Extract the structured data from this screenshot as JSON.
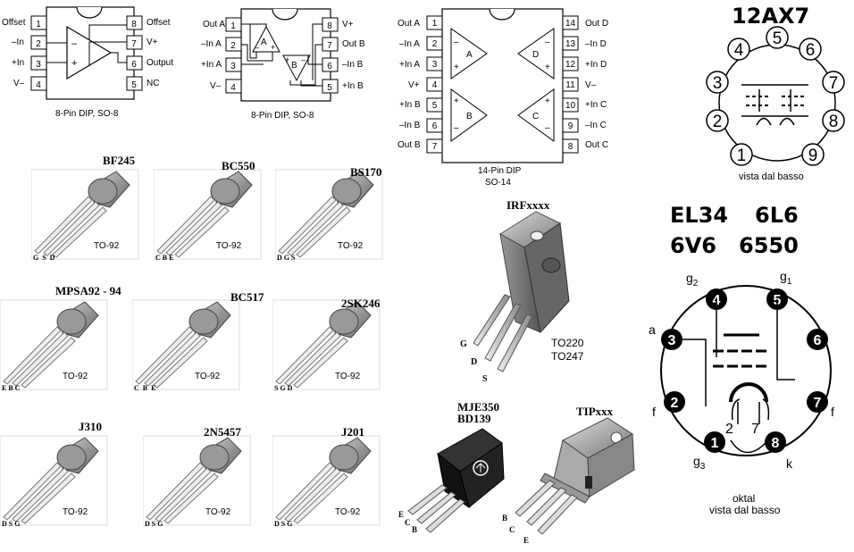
{
  "opamp1": {
    "caption": "8-Pin DIP, SO-8",
    "pins": {
      "p1": "Offset",
      "p2": "–In",
      "p3": "+In",
      "p4": "V–",
      "p5": "NC",
      "p6": "Output",
      "p7": "V+",
      "p8": "Offset"
    }
  },
  "opamp2": {
    "caption": "8-Pin DIP, SO-8",
    "pins": {
      "p1": "Out A",
      "p2": "–In A",
      "p3": "+In A",
      "p4": "V–",
      "p5": "+In B",
      "p6": "–In B",
      "p7": "Out B",
      "p8": "V+"
    }
  },
  "opamp4": {
    "caption1": "14-Pin DIP",
    "caption2": "SO-14",
    "pins": {
      "p1": "Out A",
      "p2": "–In A",
      "p3": "+In A",
      "p4": "V+",
      "p5": "+In B",
      "p6": "–In B",
      "p7": "Out B",
      "p8": "Out C",
      "p9": "–In C",
      "p10": "+In C",
      "p11": "V–",
      "p12": "+In D",
      "p13": "–In D",
      "p14": "Out D"
    }
  },
  "transistors": [
    {
      "name": "BF245",
      "pkg": "TO-92",
      "pins": "G  S  D"
    },
    {
      "name": "BC550",
      "pkg": "TO-92",
      "pins": "C B E"
    },
    {
      "name": "BS170",
      "pkg": "TO-92",
      "pins": "D G S"
    },
    {
      "name": "MPSA92 - 94",
      "pkg": "TO-92",
      "pins": "E B C"
    },
    {
      "name": "BC517",
      "pkg": "TO-92",
      "pins": "C  B  E"
    },
    {
      "name": "2SK246",
      "pkg": "TO-92",
      "pins": "S G D"
    },
    {
      "name": "J310",
      "pkg": "TO-92",
      "pins": "D S G"
    },
    {
      "name": "2N5457",
      "pkg": "TO-92",
      "pins": "D S G"
    },
    {
      "name": "J201",
      "pkg": "TO-92",
      "pins": "D S G"
    }
  ],
  "irf": {
    "name": "IRFxxxx",
    "pkg1": "TO220",
    "pkg2": "TO247",
    "g": "G",
    "d": "D",
    "s": "S"
  },
  "mje": {
    "name1": "MJE350",
    "name2": "BD139",
    "e": "E",
    "c": "C",
    "b": "B"
  },
  "tip": {
    "name": "TIPxxx",
    "b": "B",
    "c": "C",
    "e": "E"
  },
  "tube12ax7": {
    "title": "12AX7",
    "caption": "vista dal basso",
    "pins": [
      "1",
      "2",
      "3",
      "4",
      "5",
      "6",
      "7",
      "8",
      "9"
    ]
  },
  "octal": {
    "title1": "EL34",
    "title2": "6L6",
    "title3": "6V6",
    "title4": "6550",
    "caption1": "oktal",
    "caption2": "vista dal basso",
    "g2": "g",
    "g2sub": "2",
    "g1": "g",
    "g1sub": "1",
    "g3": "g",
    "g3sub": "3",
    "a": "a",
    "f1": "f",
    "f2": "f",
    "k": "k",
    "pins": [
      "1",
      "2",
      "3",
      "4",
      "5",
      "6",
      "7",
      "8"
    ],
    "heater1": "2",
    "heater2": "7"
  }
}
